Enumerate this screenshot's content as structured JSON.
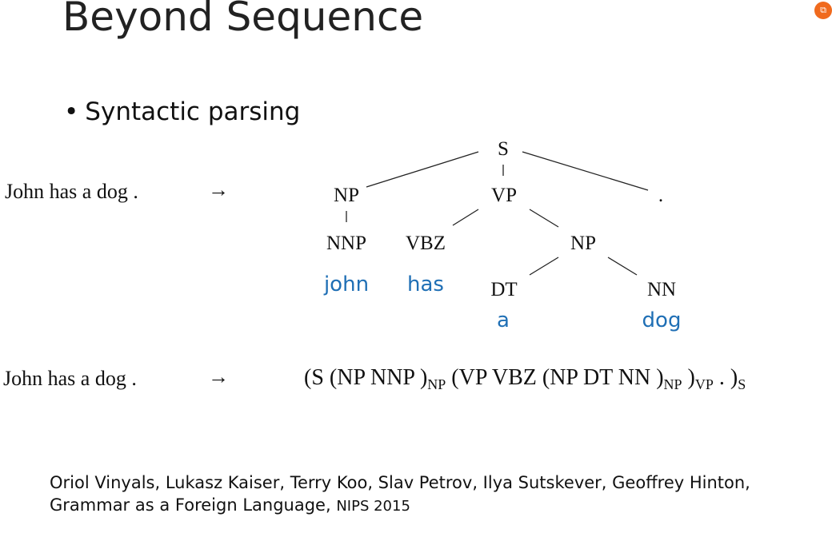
{
  "slide": {
    "title": "Beyond Sequence",
    "bullet": "Syntactic parsing",
    "bullet_marker": "•",
    "accent_color": "#1f6fb5",
    "badge_icon": "slide-icon"
  },
  "example": {
    "sentence_1": "John has a dog .",
    "arrow_1": "→",
    "sentence_2": "John has a dog .",
    "arrow_2": "→"
  },
  "tree": {
    "nodes": [
      {
        "id": "S",
        "label": "S"
      },
      {
        "id": "NP1",
        "label": "NP"
      },
      {
        "id": "VP",
        "label": "VP"
      },
      {
        "id": "DOT",
        "label": "."
      },
      {
        "id": "NNP",
        "label": "NNP"
      },
      {
        "id": "VBZ",
        "label": "VBZ"
      },
      {
        "id": "NP2",
        "label": "NP"
      },
      {
        "id": "DT",
        "label": "DT"
      },
      {
        "id": "NN",
        "label": "NN"
      }
    ],
    "words": [
      {
        "id": "w-john",
        "label": "john"
      },
      {
        "id": "w-has",
        "label": "has"
      },
      {
        "id": "w-a",
        "label": "a"
      },
      {
        "id": "w-dog",
        "label": "dog"
      }
    ],
    "edges": [
      [
        "S",
        "NP1"
      ],
      [
        "S",
        "VP"
      ],
      [
        "S",
        "DOT"
      ],
      [
        "NP1",
        "NNP"
      ],
      [
        "VP",
        "VBZ"
      ],
      [
        "VP",
        "NP2"
      ],
      [
        "NP2",
        "DT"
      ],
      [
        "NP2",
        "NN"
      ]
    ]
  },
  "linearized": {
    "p1": "(S (NP NNP )",
    "s1": "NP",
    "p2": " (VP VBZ (NP DT NN )",
    "s2": "NP",
    "p3": " )",
    "s3": "VP",
    "p4": " . )",
    "s4": "S"
  },
  "citation": {
    "authors": "Oriol Vinyals, Lukasz Kaiser, Terry Koo, Slav Petrov, Ilya Sutskever, Geoffrey Hinton,",
    "title": "Grammar as a Foreign Language, ",
    "venue": "NIPS 2015"
  }
}
